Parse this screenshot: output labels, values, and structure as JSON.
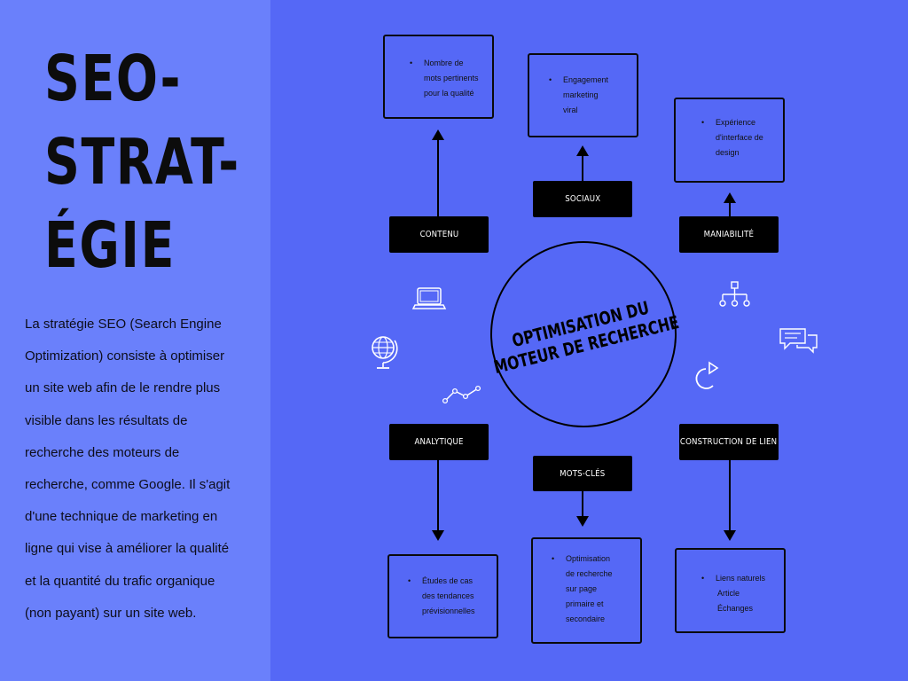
{
  "title_lines": [
    "SEO-",
    "STRAT-",
    "ÉGIE"
  ],
  "description": "La stratégie SEO (Search Engine Optimization) consiste à optimiser un site web afin de le rendre plus visible dans les résultats de recherche des moteurs de recherche, comme Google. Il s'agit d'une technique de marketing en ligne qui vise à améliorer la qualité et la quantité du trafic organique (non payant) sur un site web.",
  "description_lines": [
    "La stratégie SEO (Search Engine",
    "Optimization) consiste à optimiser",
    "un site web afin de le rendre plus",
    "visible dans les résultats de",
    "recherche des moteurs de",
    "recherche, comme Google. Il s'agit",
    "d'une technique de marketing en",
    "ligne qui vise à améliorer la qualité",
    "et la quantité du trafic organique",
    "(non payant) sur un site web."
  ],
  "center": [
    "OPTIMISATION DU",
    "MOTEUR DE RECHERCHE"
  ],
  "nodes": {
    "contenu": {
      "label": "CONTENU",
      "detail": [
        "Nombre de",
        "mots pertinents",
        "pour la qualité"
      ]
    },
    "sociaux": {
      "label": "SOCIAUX",
      "detail": [
        "Engagement",
        "marketing",
        "viral"
      ]
    },
    "maniabilite": {
      "label": "MANIABILITÉ",
      "detail": [
        "Expérience",
        "d'interface de",
        "design"
      ]
    },
    "analytique": {
      "label": "ANALYTIQUE",
      "detail": [
        "Études de cas",
        "des tendances",
        "prévisionnelles"
      ]
    },
    "mots_cles": {
      "label": "MOTS-CLÉS",
      "detail": [
        "Optimisation",
        "de recherche",
        "sur page",
        "primaire et",
        "secondaire"
      ]
    },
    "construction": {
      "label": "CONSTRUCTION DE LIEN",
      "detail": [
        "Liens naturels",
        "Article",
        "Échanges"
      ]
    }
  },
  "icons": [
    "laptop-icon",
    "globe-icon",
    "line-graph-icon",
    "sitemap-icon",
    "chat-icon",
    "refresh-icon"
  ]
}
